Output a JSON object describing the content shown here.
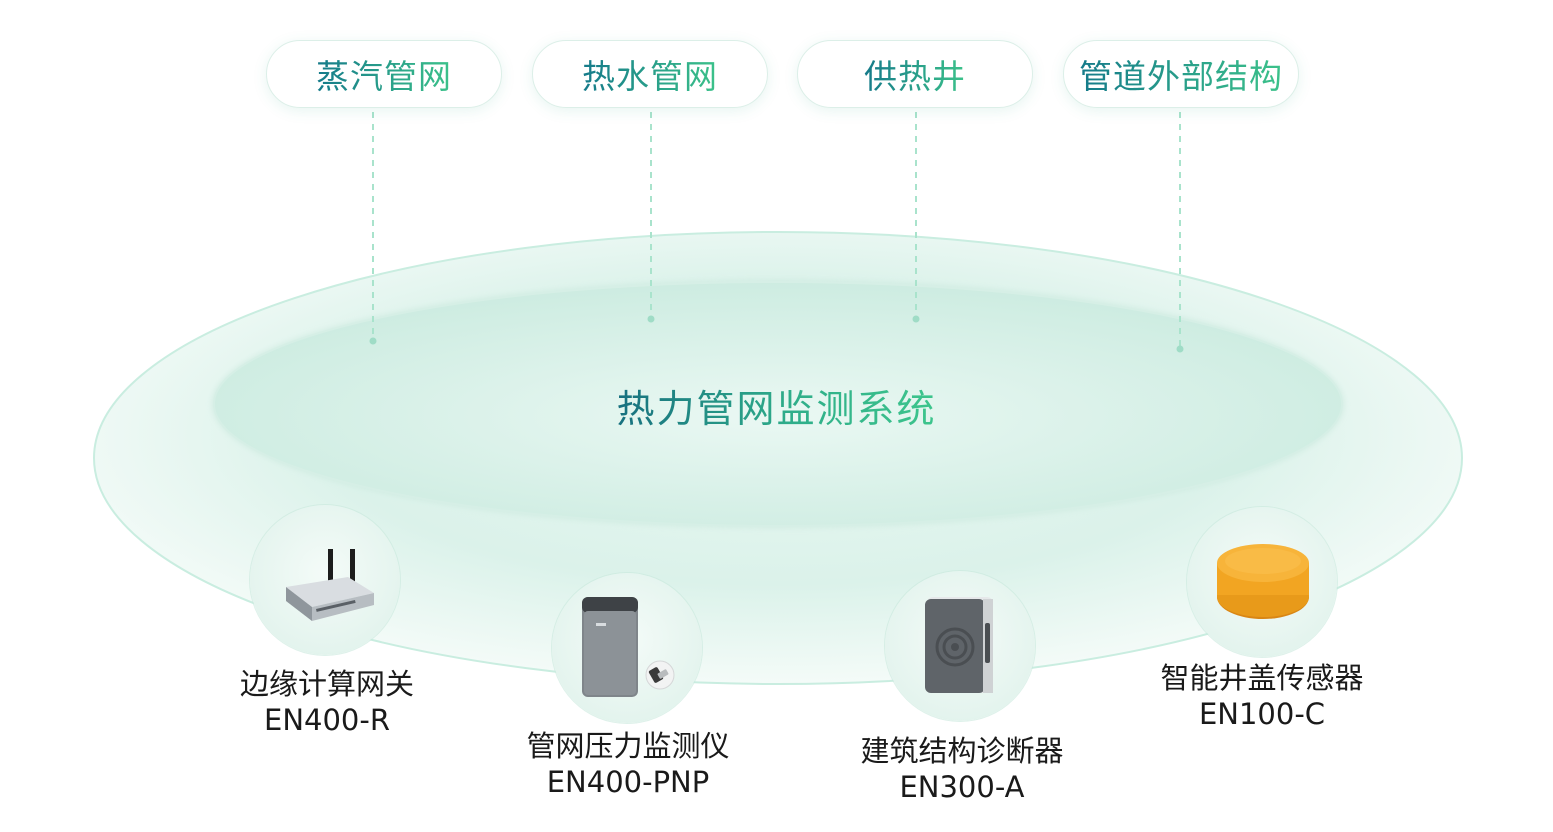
{
  "categories": [
    {
      "label": "蒸汽管网"
    },
    {
      "label": "热水管网"
    },
    {
      "label": "供热井"
    },
    {
      "label": "管道外部结构"
    }
  ],
  "center": {
    "title": "热力管网监测系统"
  },
  "devices": [
    {
      "name": "边缘计算网关",
      "model": "EN400-R",
      "icon": "router-icon"
    },
    {
      "name": "管网压力监测仪",
      "model": "EN400-PNP",
      "icon": "pressure-monitor-icon"
    },
    {
      "name": "建筑结构诊断器",
      "model": "EN300-A",
      "icon": "structure-diagnoser-icon"
    },
    {
      "name": "智能井盖传感器",
      "model": "EN100-C",
      "icon": "manhole-sensor-icon"
    }
  ],
  "colors": {
    "gradient_start": "#157a8a",
    "gradient_end": "#3cc28a",
    "ring": "#d8f1e8",
    "device_orange": "#f0a321"
  }
}
